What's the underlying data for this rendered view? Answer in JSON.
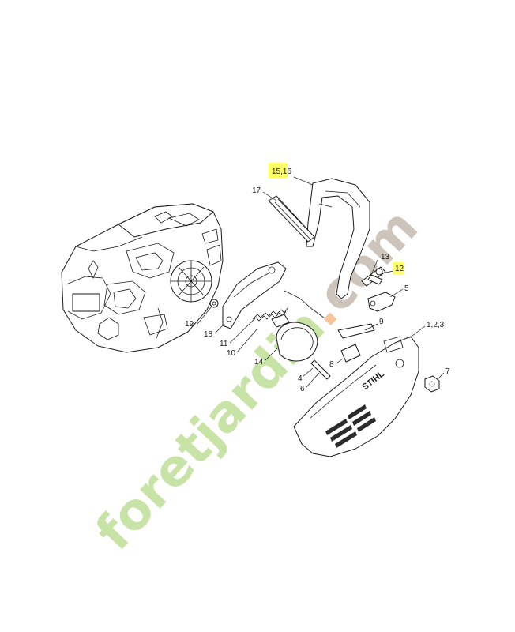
{
  "watermark": {
    "text": "foretjardin.com",
    "colors": {
      "foret": "#c8e3a6",
      "dot": "#f6c59a",
      "com": "#cdc4bb"
    }
  },
  "brand": {
    "text": "STIHL"
  },
  "labels": {
    "l_15_16": "15,16",
    "l_17": "17",
    "l_13": "13",
    "l_12": "12",
    "l_5": "5",
    "l_9": "9",
    "l_1_2_3": "1,2,3",
    "l_19": "19",
    "l_18": "18",
    "l_11": "11",
    "l_10": "10",
    "l_14": "14",
    "l_8": "8",
    "l_4": "4",
    "l_6": "6",
    "l_7": "7"
  },
  "highlight_color": "#ffff66"
}
